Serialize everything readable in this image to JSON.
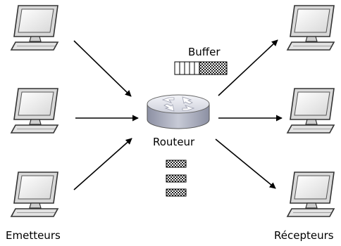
{
  "labels": {
    "buffer": "Buffer",
    "router": "Routeur",
    "senders": "Emetteurs",
    "receivers": "Récepteurs"
  },
  "icons": {
    "computer": "computer-icon",
    "router": "router-icon",
    "buffer": "buffer-queue-icon",
    "packet": "packet-icon"
  },
  "colors": {
    "stroke": "#2b2b2b",
    "screen": "#f1f1f1",
    "case": "#d4d4d4",
    "router_top": "#e6e7ee",
    "router_side": "#9ea2b4",
    "arrow": "#000000"
  },
  "diagram": {
    "sender_count": 3,
    "receiver_count": 3,
    "queued_packets": 3
  }
}
